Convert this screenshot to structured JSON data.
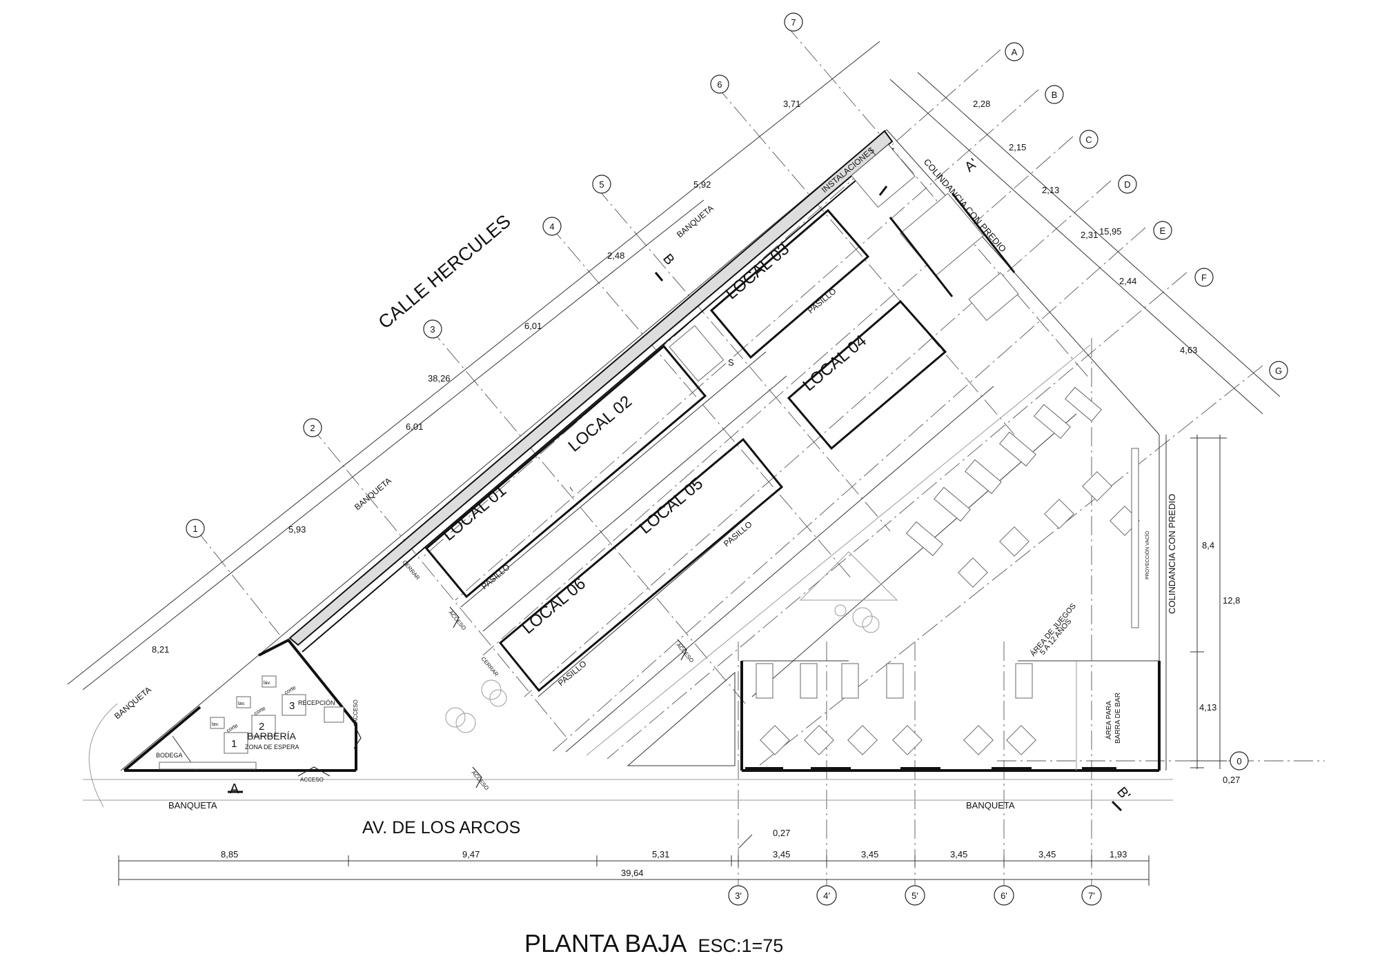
{
  "title": {
    "main": "PLANTA BAJA",
    "scale": "ESC:1=75"
  },
  "streets": {
    "north": "CALLE HERCULES",
    "south": "AV. DE LOS ARCOS"
  },
  "sidewalk_label": "BANQUETA",
  "neighbor_label": "COLINDANCIA CON PREDIO",
  "installations_label": "INSTALACIONES",
  "stair_label": "S",
  "locales": [
    "LOCAL 01",
    "LOCAL 02",
    "LOCAL 03",
    "LOCAL 04",
    "LOCAL 05",
    "LOCAL 06"
  ],
  "pasillo_label": "PASILLO",
  "cerrar_label": "CERRAR",
  "acceso_label": "ACCESO",
  "barberia": {
    "name": "BARBERÍA",
    "waiting": "ZONA DE ESPERA",
    "storage": "BODEGA",
    "reception": "RECEPCIÓN",
    "corte": "corte",
    "lav": "lav.",
    "stations": [
      "1",
      "2",
      "3"
    ]
  },
  "areas": {
    "juegos_1": "ÁREA DE JUEGOS",
    "juegos_2": "5 A 12 AÑOS",
    "bar_1": "ÁREA PARA",
    "bar_2": "BARRA DE BAR",
    "proyeccion": "PROYECCIÓN VACÍO"
  },
  "cuts": {
    "a": "A",
    "a2": "A'",
    "b": "B",
    "b2": "B'"
  },
  "grid_diag": [
    "1",
    "2",
    "3",
    "4",
    "5",
    "6",
    "7"
  ],
  "grid_letters": [
    "A",
    "B",
    "C",
    "D",
    "E",
    "F",
    "G"
  ],
  "grid_bottom": [
    "3'",
    "4'",
    "5'",
    "6'",
    "7'"
  ],
  "grid_zero": "0",
  "dims": {
    "diag": [
      "8,21",
      "5,93",
      "6,01",
      "6,01",
      "2,48",
      "5,92",
      "3,71"
    ],
    "total_diag": "38,26",
    "letters": [
      "2,28",
      "2,15",
      "2,13",
      "2,31",
      "2,44",
      "4,63"
    ],
    "total_letters": "15,95",
    "bottom": [
      "8,85",
      "9,47",
      "5,31",
      "3,45",
      "3,45",
      "3,45",
      "3,45",
      "1,93"
    ],
    "bottom_total": "39,64",
    "small_027": "0,27",
    "right": [
      "8,4",
      "4,13",
      "12,8"
    ],
    "right_027": "0,27"
  }
}
